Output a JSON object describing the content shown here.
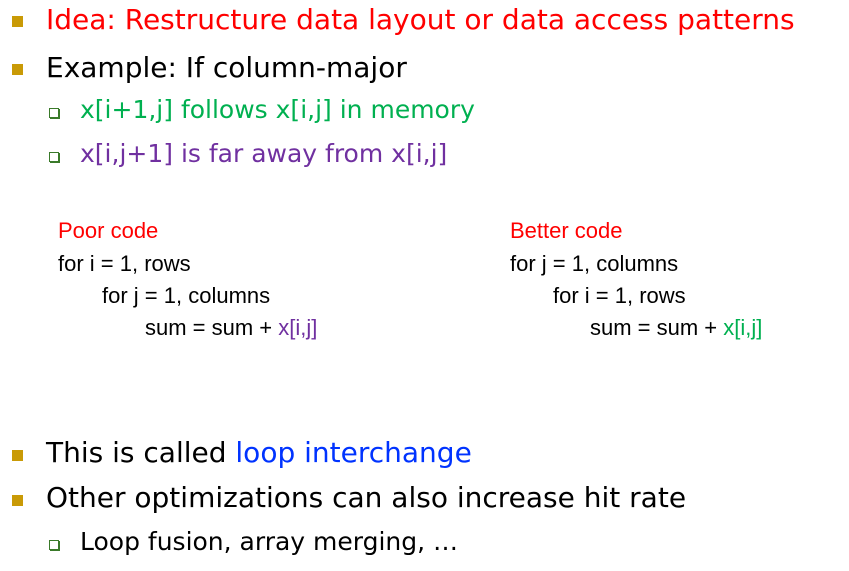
{
  "bullets": {
    "idea": "Idea: Restructure data layout or data access patterns",
    "example": "Example: If column-major",
    "sub1": "x[i+1,j] follows x[i,j] in memory",
    "sub2": "x[i,j+1] is far away from x[i,j]",
    "called_prefix": "This is called ",
    "called_term": "loop interchange",
    "other": "Other optimizations can also increase hit rate",
    "sub3": "Loop fusion, array merging, …"
  },
  "poor": {
    "title": "Poor code",
    "l1": "for i = 1, rows",
    "l2": "for j = 1, columns",
    "l3": "sum = sum + ",
    "l3_var": "x[i,j]"
  },
  "better": {
    "title": "Better code",
    "l1": "for j = 1, columns",
    "l2": "for i = 1, rows",
    "l3": "sum = sum + ",
    "l3_var": "x[i,j]"
  },
  "colors": {
    "red": "#ff0000",
    "green": "#00b050",
    "purple": "#7030a0",
    "blue": "#0033ff",
    "bullet": "#c99a06"
  }
}
